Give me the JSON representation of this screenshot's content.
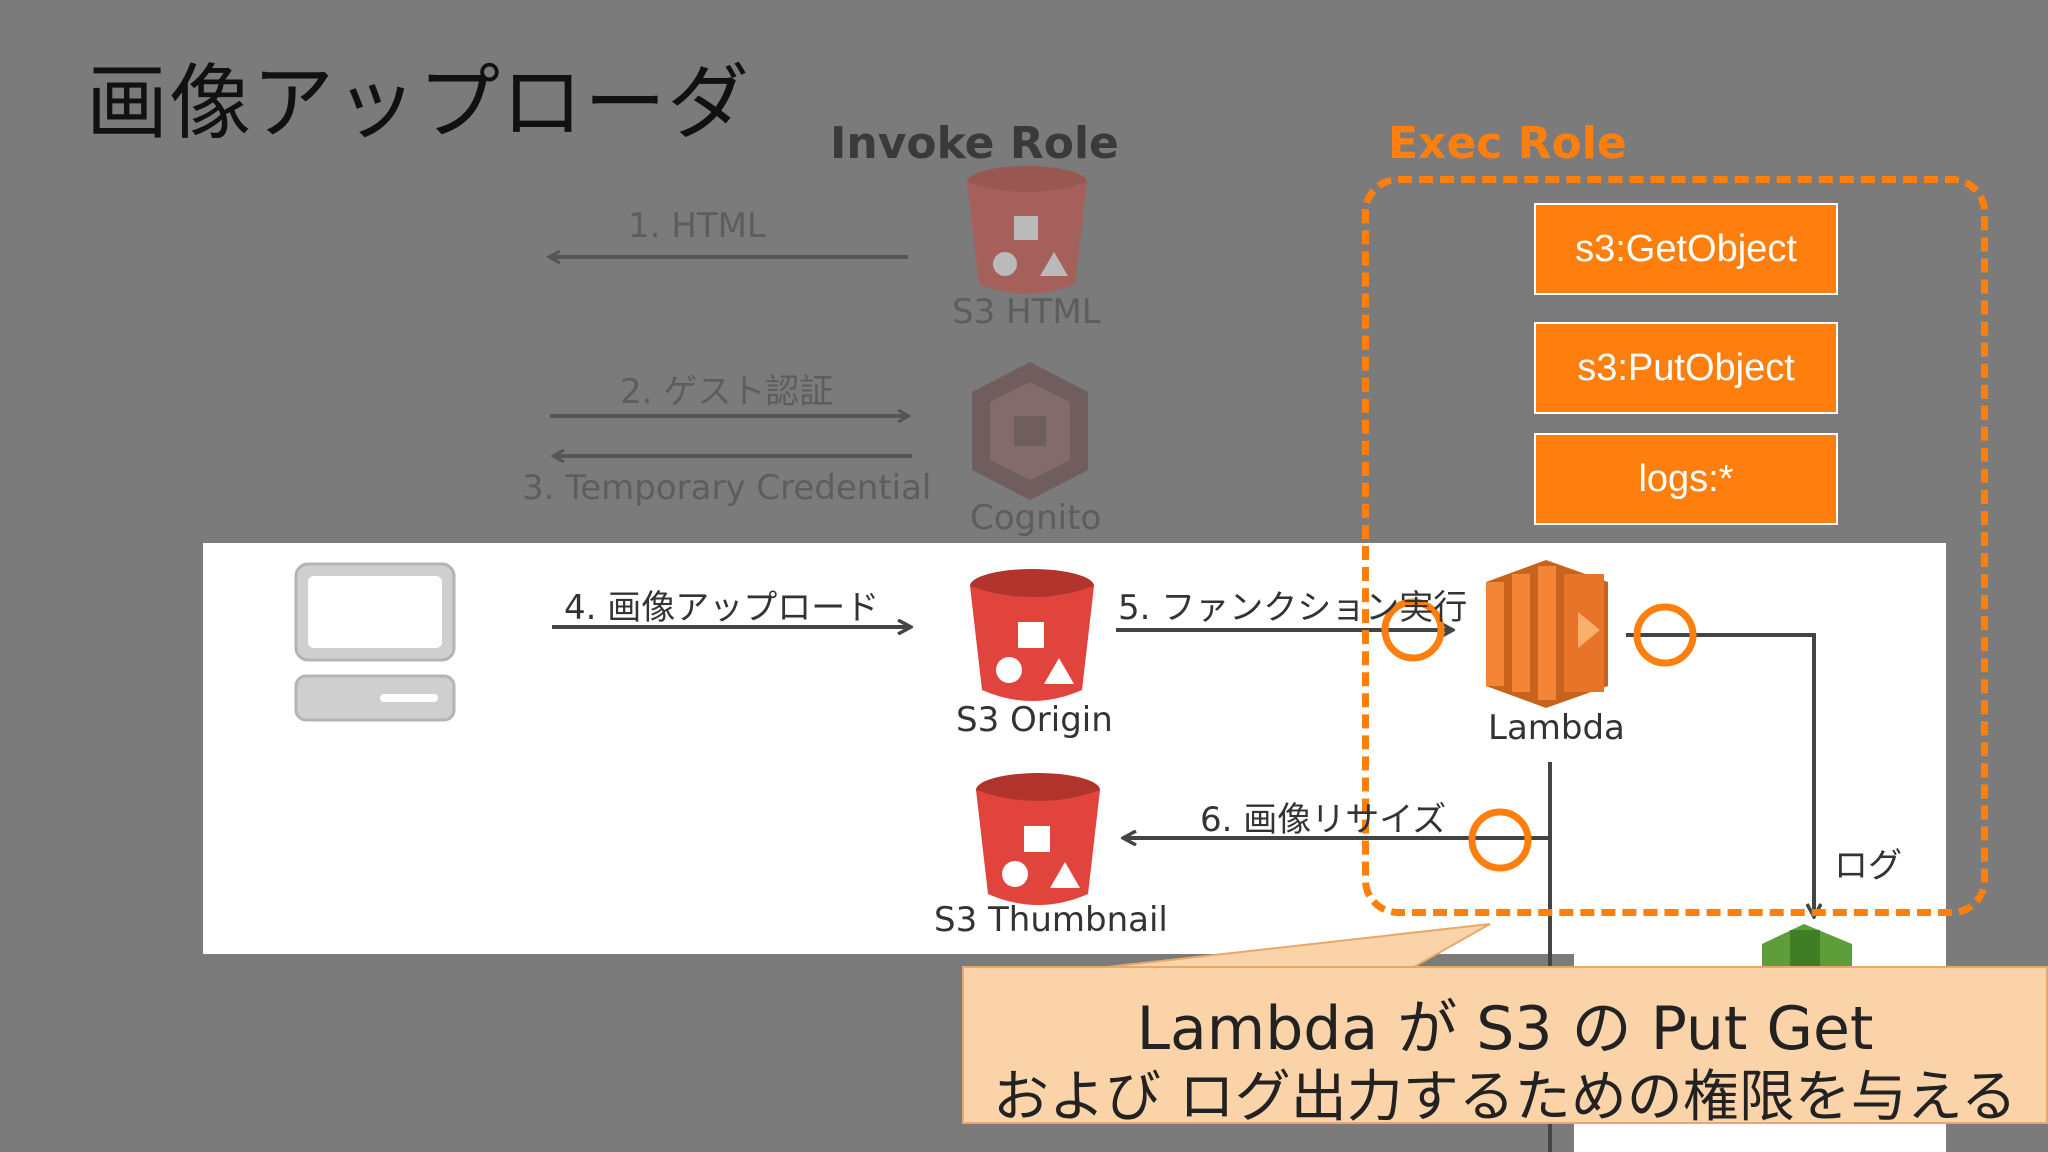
{
  "slide": {
    "title": "画像アップローダ"
  },
  "roles": {
    "invoke": "Invoke Role",
    "exec": "Exec Role"
  },
  "steps": {
    "s1": "1. HTML",
    "s2": "2. ゲスト認証",
    "s3": "3. Temporary Credential",
    "s4": "4. 画像アップロード",
    "s5": "5. ファンクション実行",
    "s6": "6. 画像リサイズ",
    "log": "ログ"
  },
  "services": {
    "s3_html": "S3 HTML",
    "cognito": "Cognito",
    "s3_origin": "S3 Origin",
    "s3_thumbnail": "S3 Thumbnail",
    "lambda": "Lambda"
  },
  "permissions": [
    "s3:GetObject",
    "s3:PutObject",
    "logs:*"
  ],
  "callout": {
    "line1": "Lambda が S3 の Put Get",
    "line2": "および ログ出力するための権限を与える"
  },
  "colors": {
    "accent": "#ff7f0e",
    "s3_red": "#e0443c",
    "lambda_orange": "#f58536",
    "callout_bg": "#fbd3a9"
  }
}
